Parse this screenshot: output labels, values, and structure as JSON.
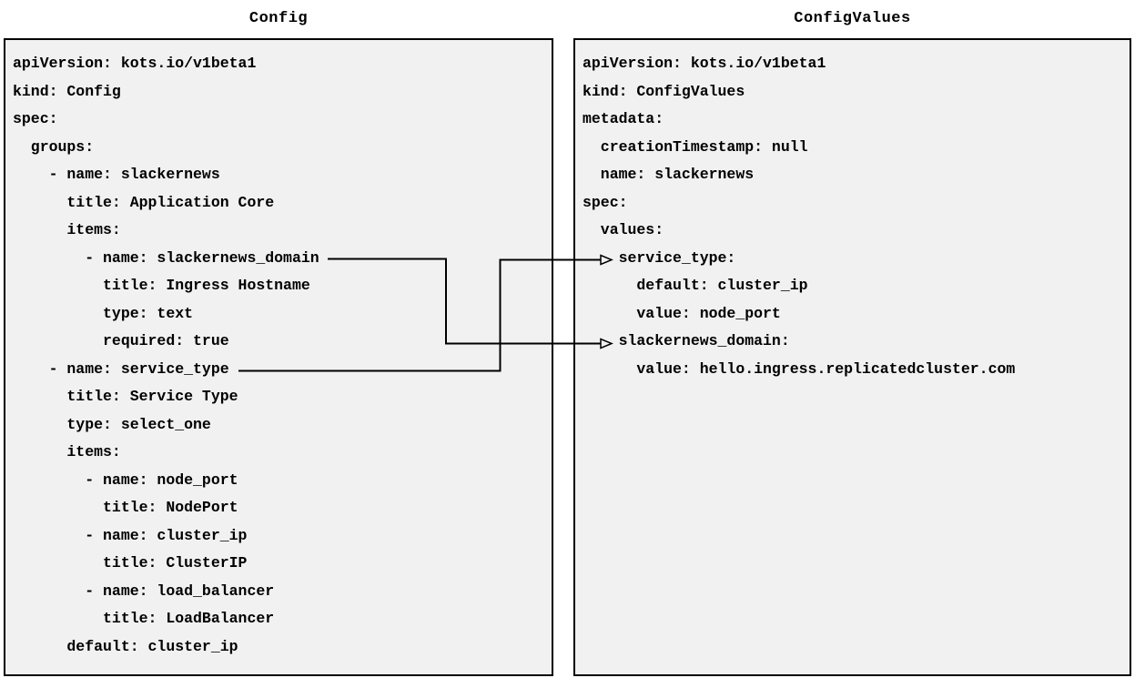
{
  "diagram": {
    "colors": {
      "panel_background": "#f1f1f1",
      "border": "#000000",
      "text": "#000000",
      "connector": "#000000"
    },
    "panels": [
      {
        "id": "config",
        "title": "Config",
        "lines": [
          "apiVersion: kots.io/v1beta1",
          "kind: Config",
          "spec:",
          "  groups:",
          "    - name: slackernews",
          "      title: Application Core",
          "      items:",
          "        - name: slackernews_domain",
          "          title: Ingress Hostname",
          "          type: text",
          "          required: true",
          "    - name: service_type",
          "      title: Service Type",
          "      type: select_one",
          "      items:",
          "        - name: node_port",
          "          title: NodePort",
          "        - name: cluster_ip",
          "          title: ClusterIP",
          "        - name: load_balancer",
          "          title: LoadBalancer",
          "      default: cluster_ip"
        ]
      },
      {
        "id": "configvalues",
        "title": "ConfigValues",
        "lines": [
          "apiVersion: kots.io/v1beta1",
          "kind: ConfigValues",
          "metadata:",
          "  creationTimestamp: null",
          "  name: slackernews",
          "spec:",
          "  values:",
          "    service_type:",
          "      default: cluster_ip",
          "      value: node_port",
          "    slackernews_domain:",
          "      value: hello.ingress.replicatedcluster.com"
        ]
      }
    ],
    "connections": [
      {
        "from_panel": "Config",
        "from_field": "slackernews_domain",
        "to_panel": "ConfigValues",
        "to_field": "slackernews_domain"
      },
      {
        "from_panel": "Config",
        "from_field": "service_type",
        "to_panel": "ConfigValues",
        "to_field": "service_type"
      }
    ]
  }
}
